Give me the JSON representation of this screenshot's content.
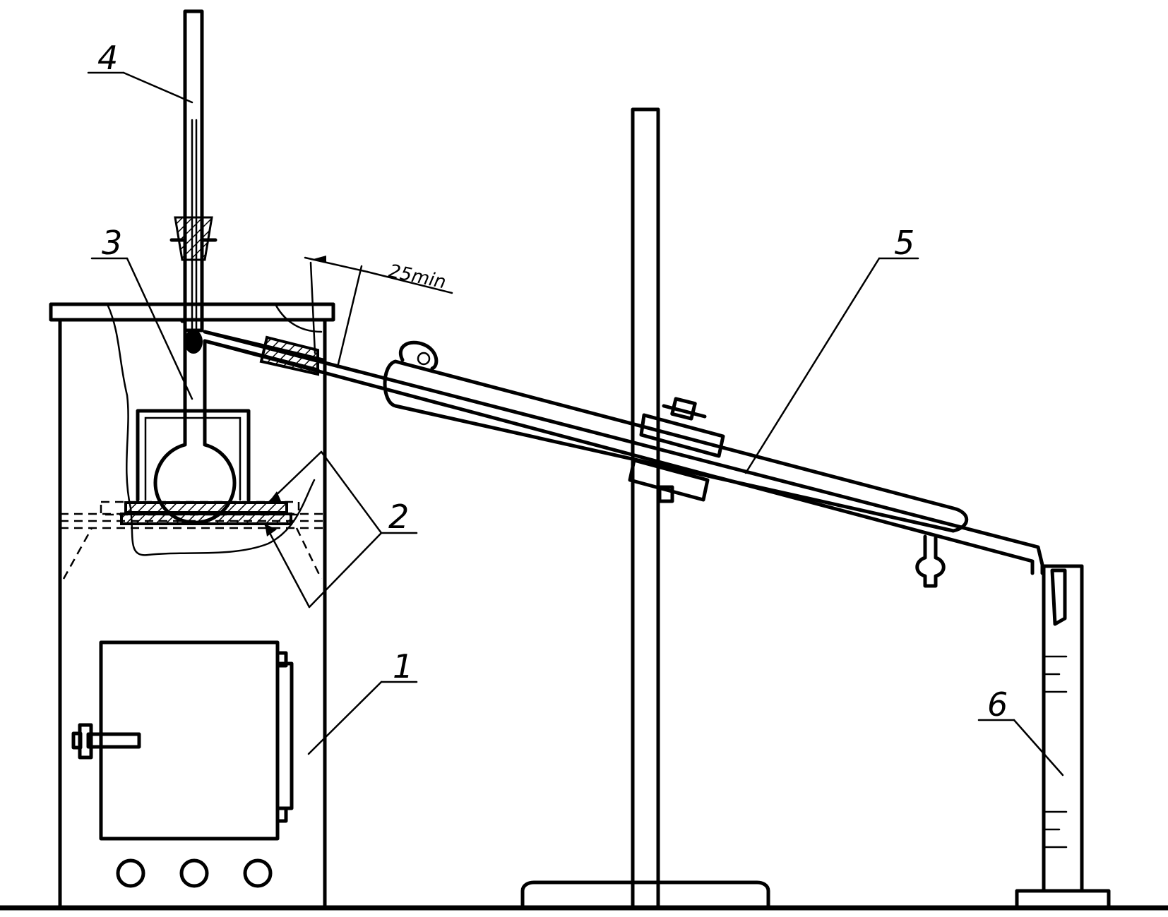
{
  "diagram": {
    "callouts": [
      {
        "id": "furnace",
        "number": "1"
      },
      {
        "id": "support-plates",
        "number": "2"
      },
      {
        "id": "distillation-flask",
        "number": "3"
      },
      {
        "id": "thermometer",
        "number": "4"
      },
      {
        "id": "condenser",
        "number": "5"
      },
      {
        "id": "graduated-cylinder",
        "number": "6"
      }
    ],
    "dimension": {
      "text": "25min"
    }
  }
}
